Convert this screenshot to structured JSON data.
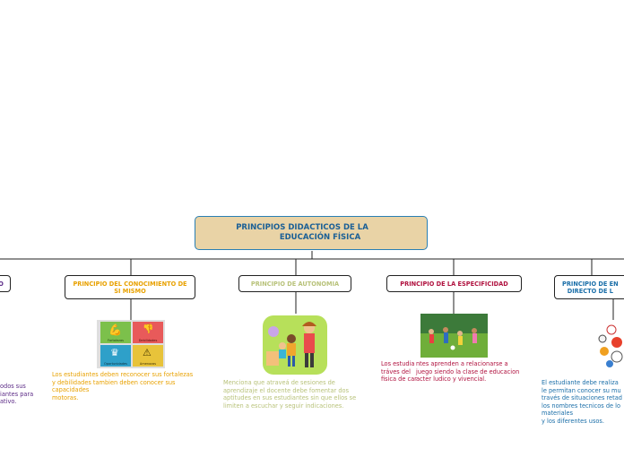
{
  "root": {
    "title_line1": "PRINCIPIOS DIDACTICOS DE LA",
    "title_line2": "EDUCACIÓN FÍSICA"
  },
  "branches": [
    {
      "label": "O",
      "color": "#5b2a86",
      "text": "odos sus\niantes para\nativo."
    },
    {
      "label": "PRINCIPIO DEL CONOCIMIENTO DE SI MISMO",
      "color": "#e8a100",
      "text": "Los estudiantes deben reconocer sus fortalezas\ny debilidades tambien deben conocer sus\ncapacidades\nmotoras."
    },
    {
      "label": "PRINCIPIO DE AUTONOMIA",
      "color": "#b8c27a",
      "text": "Menciona que atraveá de sesiones de\naprendizaje el docente debe fomentar dos\naptitudes en sus estudiantes sin que ellos se\nlimiten a escuchar y seguir indicaciones."
    },
    {
      "label": "PRINCIPIO DE LA ESPECIFICIDAD",
      "color": "#b0123f",
      "text_a": "Los estudia\n tráves del\nfisica de car",
      "text_b": "ntes aprenden a relacionarse a\n juego siendo la clase de educacion\nacter ludico y vivencial."
    },
    {
      "label": "PRINCIPIO DE EN\nDIRECTO DE L",
      "color": "#1a6ea8",
      "text": "El estudiante debe realiza\nle permitan conocer su mu\ntravés de situaciones retad\nlos nombres tecnicos de lo\nmateriales\ny los diferentes usos."
    }
  ],
  "swot": {
    "q1": "Fortalezas",
    "q2": "Debilidades",
    "q3": "Oportunidades",
    "q4": "Amenazas",
    "colors": [
      "#7cc04b",
      "#e85a5a",
      "#2ea0c9",
      "#e8c33a"
    ]
  }
}
